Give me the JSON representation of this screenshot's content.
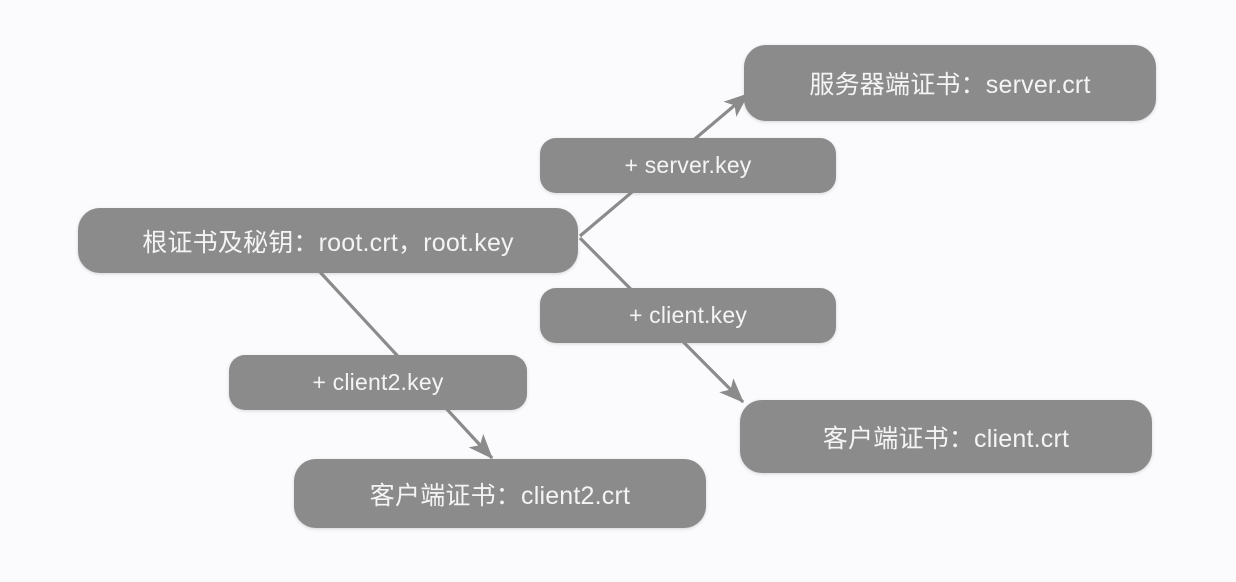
{
  "diagram": {
    "type": "flow",
    "background_color": "#fbfafc",
    "node_color": "#8b8b8b",
    "node_text_color": "#f4f4f4",
    "edge_color": "#8b8b8b",
    "nodes": [
      {
        "id": "server-crt",
        "label": "服务器端证书：server.crt",
        "role": "certificate"
      },
      {
        "id": "server-key",
        "label": "+ server.key",
        "role": "key-tag"
      },
      {
        "id": "root",
        "label": "根证书及秘钥：root.crt，root.key",
        "role": "root-certificate"
      },
      {
        "id": "client-key",
        "label": "+ client.key",
        "role": "key-tag"
      },
      {
        "id": "client2-key",
        "label": "+ client2.key",
        "role": "key-tag"
      },
      {
        "id": "client-crt",
        "label": "客户端证书：client.crt",
        "role": "certificate"
      },
      {
        "id": "client2-crt",
        "label": "客户端证书：client2.crt",
        "role": "certificate"
      }
    ],
    "edges": [
      {
        "from": "root",
        "to": "server-crt",
        "via": "server-key",
        "arrow": "end"
      },
      {
        "from": "root",
        "to": "client-crt",
        "via": "client-key",
        "arrow": "end"
      },
      {
        "from": "root",
        "to": "client2-crt",
        "via": "client2-key",
        "arrow": "end"
      }
    ]
  }
}
